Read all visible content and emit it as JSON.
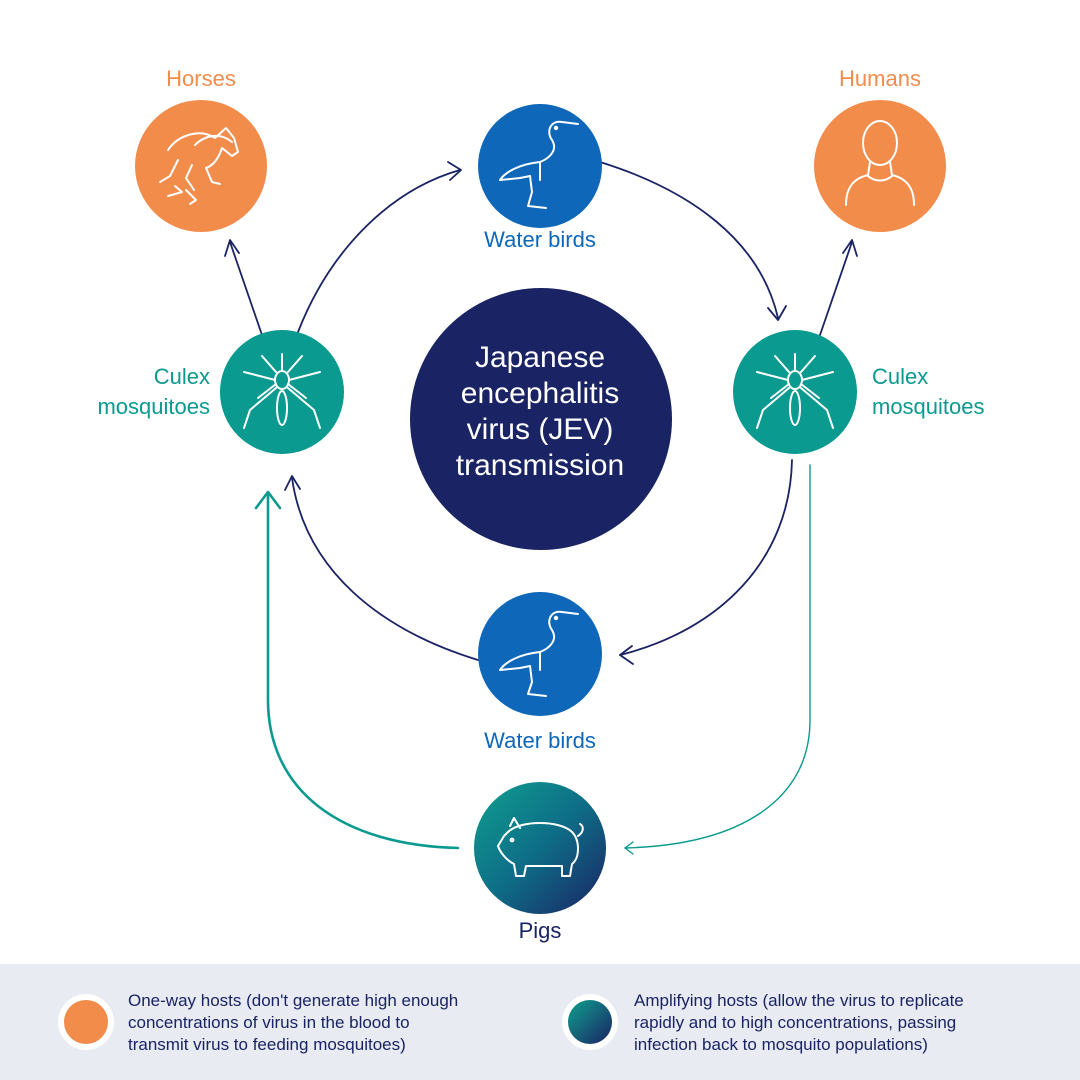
{
  "center": {
    "line1": "Japanese",
    "line2": "encephalitis",
    "line3": "virus (JEV)",
    "line4": "transmission"
  },
  "nodes": {
    "horses": "Horses",
    "humans": "Humans",
    "water_birds_top": "Water birds",
    "water_birds_bottom": "Water birds",
    "culex_left_line1": "Culex",
    "culex_left_line2": "mosquitoes",
    "culex_right_line1": "Culex",
    "culex_right_line2": "mosquitoes",
    "pigs": "Pigs"
  },
  "icons": {
    "horses": "horses-icon",
    "humans": "human-icon",
    "water_birds": "heron-icon",
    "mosquito": "mosquito-icon",
    "pig": "pig-icon"
  },
  "legend": {
    "one_way": {
      "line1": "One-way hosts (don't generate high enough",
      "line2": "concentrations of virus in the blood to",
      "line3": "transmit virus to feeding mosquitoes)"
    },
    "amplifying": {
      "line1": "Amplifying hosts (allow the virus to replicate",
      "line2": "rapidly and to high concentrations, passing",
      "line3": "infection back to mosquito populations)"
    }
  },
  "colors": {
    "one_way": "#f28c4b",
    "water_birds": "#0e67b9",
    "mosquitoes": "#0a9a8f",
    "center": "#1a2363",
    "legend_bg": "#e9ebf2"
  }
}
